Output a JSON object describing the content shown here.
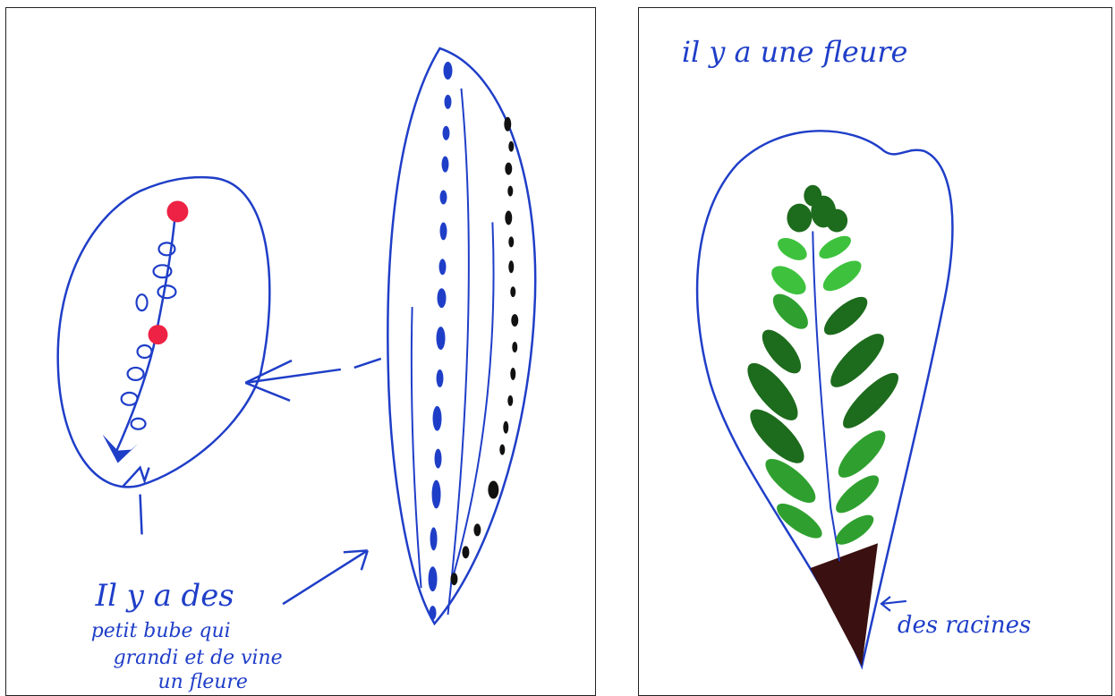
{
  "left_drawing": {
    "caption_lines": [
      "Il y a des",
      "petit bube qui",
      "grandi et de vine",
      "un fleure"
    ]
  },
  "right_drawing": {
    "title": "il y a une fleure",
    "roots_label": "des racines"
  },
  "colors": {
    "ink_blue": "#1f3ec8",
    "flower_red": "#ee2244",
    "seed_black": "#111111",
    "leaf_light_green": "#3ec23e",
    "leaf_dark_green": "#1d6b1d",
    "soil_brown": "#3a1010"
  }
}
